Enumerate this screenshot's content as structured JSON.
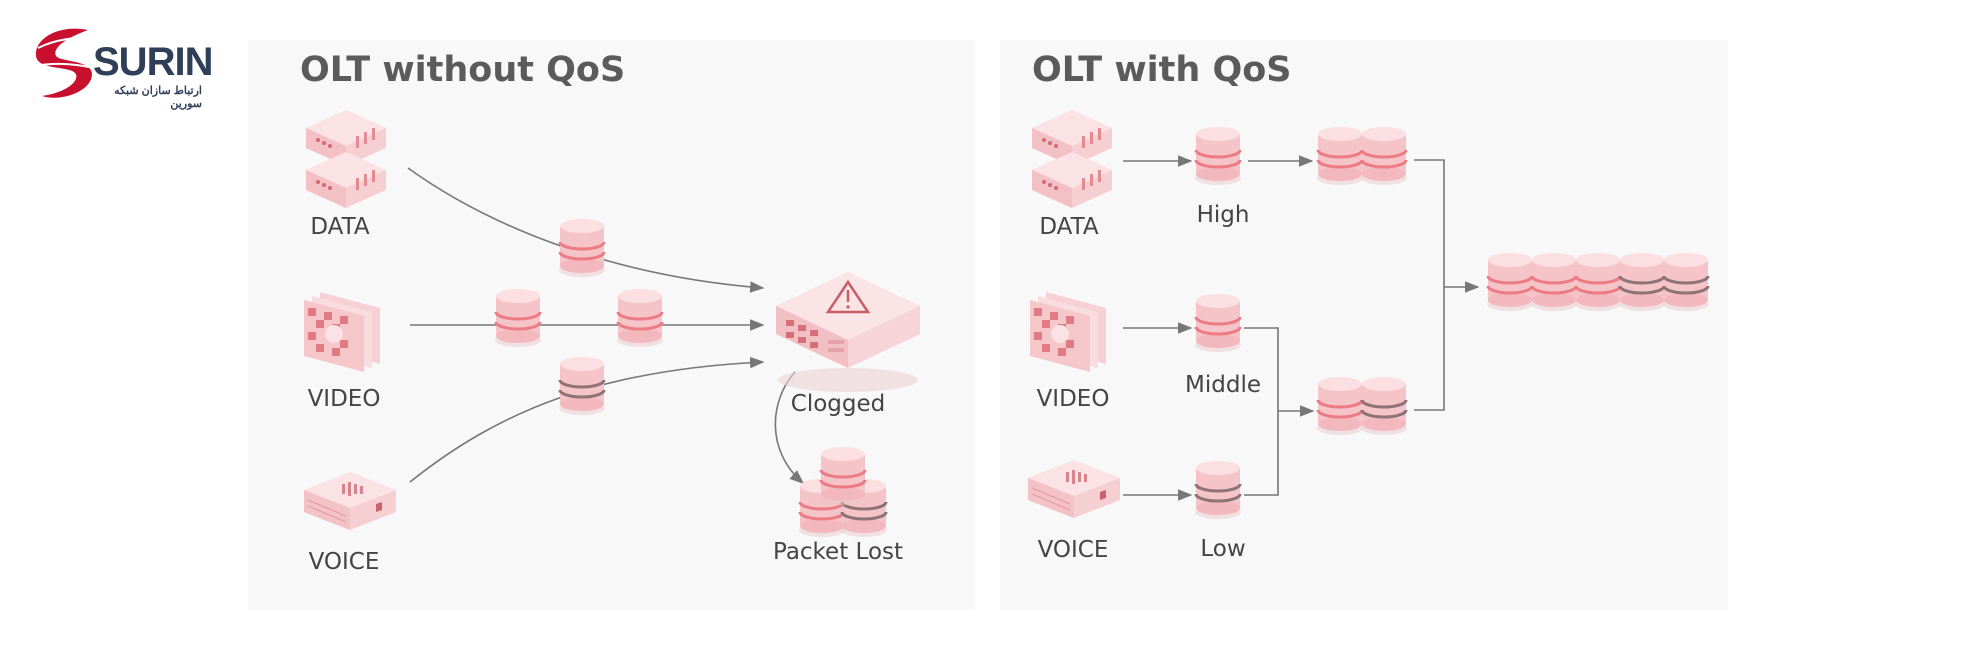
{
  "logo": {
    "name": "SURIN",
    "subtitle": "ارتباط سازان شبکه سورین"
  },
  "left_panel": {
    "title": "OLT without QoS",
    "sources": {
      "data": "DATA",
      "video": "VIDEO",
      "voice": "VOICE"
    },
    "olt_label": "Clogged",
    "loss_label": "Packet Lost"
  },
  "right_panel": {
    "title": "OLT with QoS",
    "sources": {
      "data": "DATA",
      "video": "VIDEO",
      "voice": "VOICE"
    },
    "queues": {
      "high": "High",
      "middle": "Middle",
      "low": "Low"
    }
  },
  "colors": {
    "panel": "#f8f8f8",
    "pink_packet": "#f8c9cc",
    "pink_band": "#ee7f86",
    "gray_band": "#8d7276",
    "arrow": "#777777",
    "text": "#444444"
  }
}
